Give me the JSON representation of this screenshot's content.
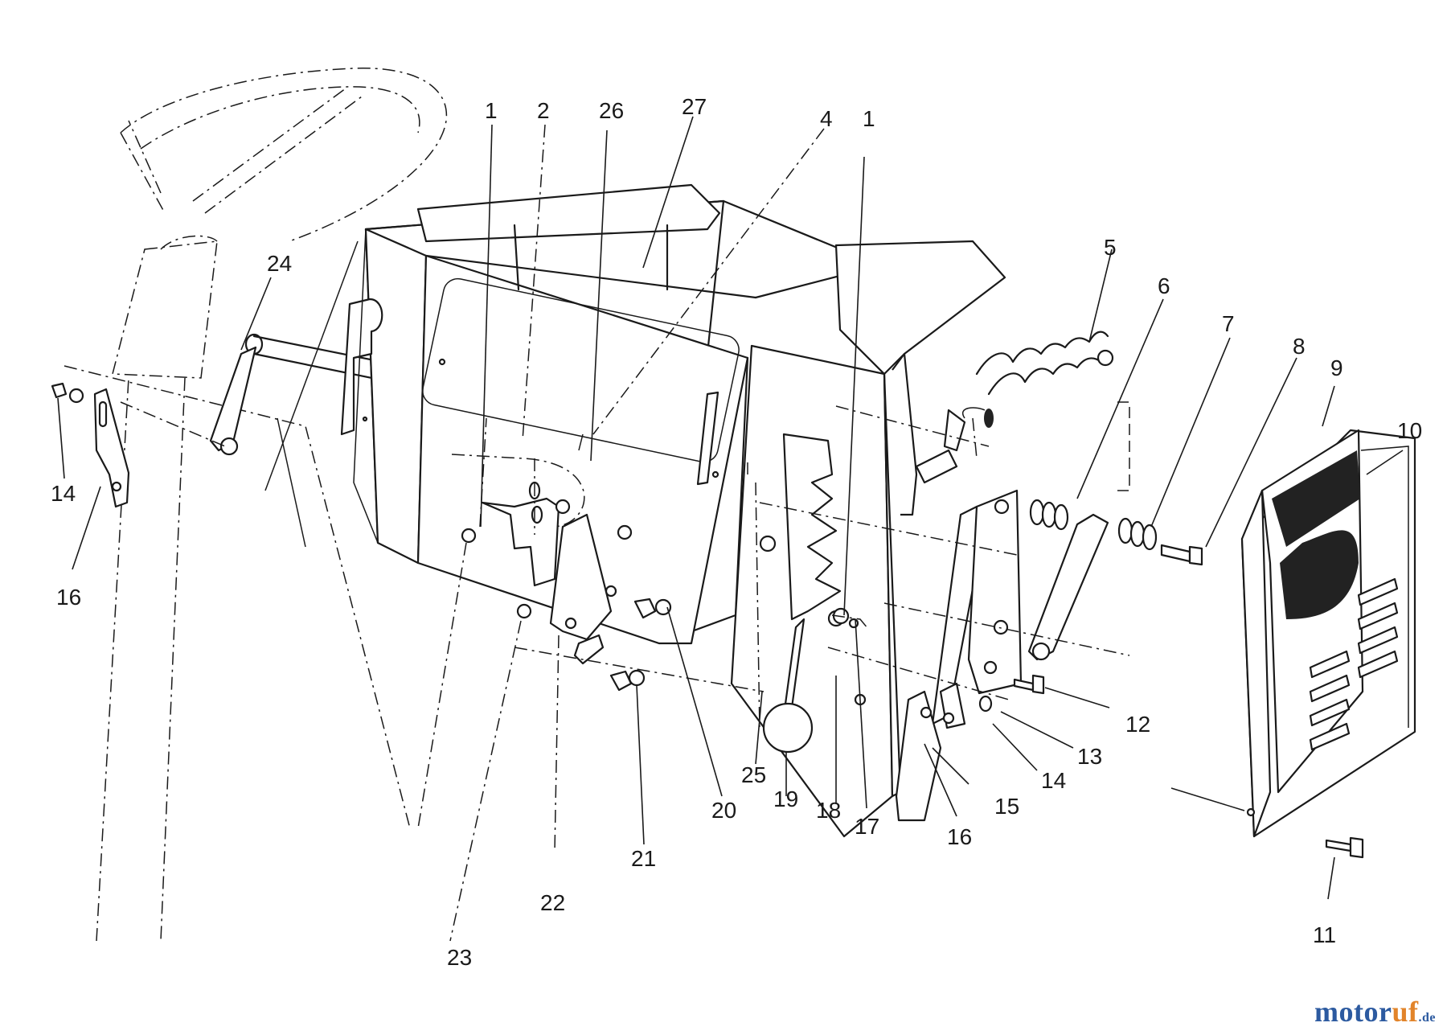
{
  "callouts": {
    "c1a": "1",
    "c2": "2",
    "c26": "26",
    "c27": "27",
    "c4": "4",
    "c1b": "1",
    "c24": "24",
    "c5": "5",
    "c6": "6",
    "c7": "7",
    "c8": "8",
    "c9": "9",
    "c10": "10",
    "c14a": "14",
    "c16a": "16",
    "c12": "12",
    "c13": "13",
    "c14b": "14",
    "c15": "15",
    "c16b": "16",
    "c17": "17",
    "c18": "18",
    "c19": "19",
    "c25": "25",
    "c20": "20",
    "c21": "21",
    "c22": "22",
    "c23": "23",
    "c11": "11"
  },
  "watermark": {
    "brand_a": "motor",
    "brand_b": "uf",
    "tld": ".de"
  },
  "colors": {
    "line": "#1a1a1a",
    "watermark_blue": "#2c5aa0",
    "watermark_orange": "#e2842a"
  }
}
